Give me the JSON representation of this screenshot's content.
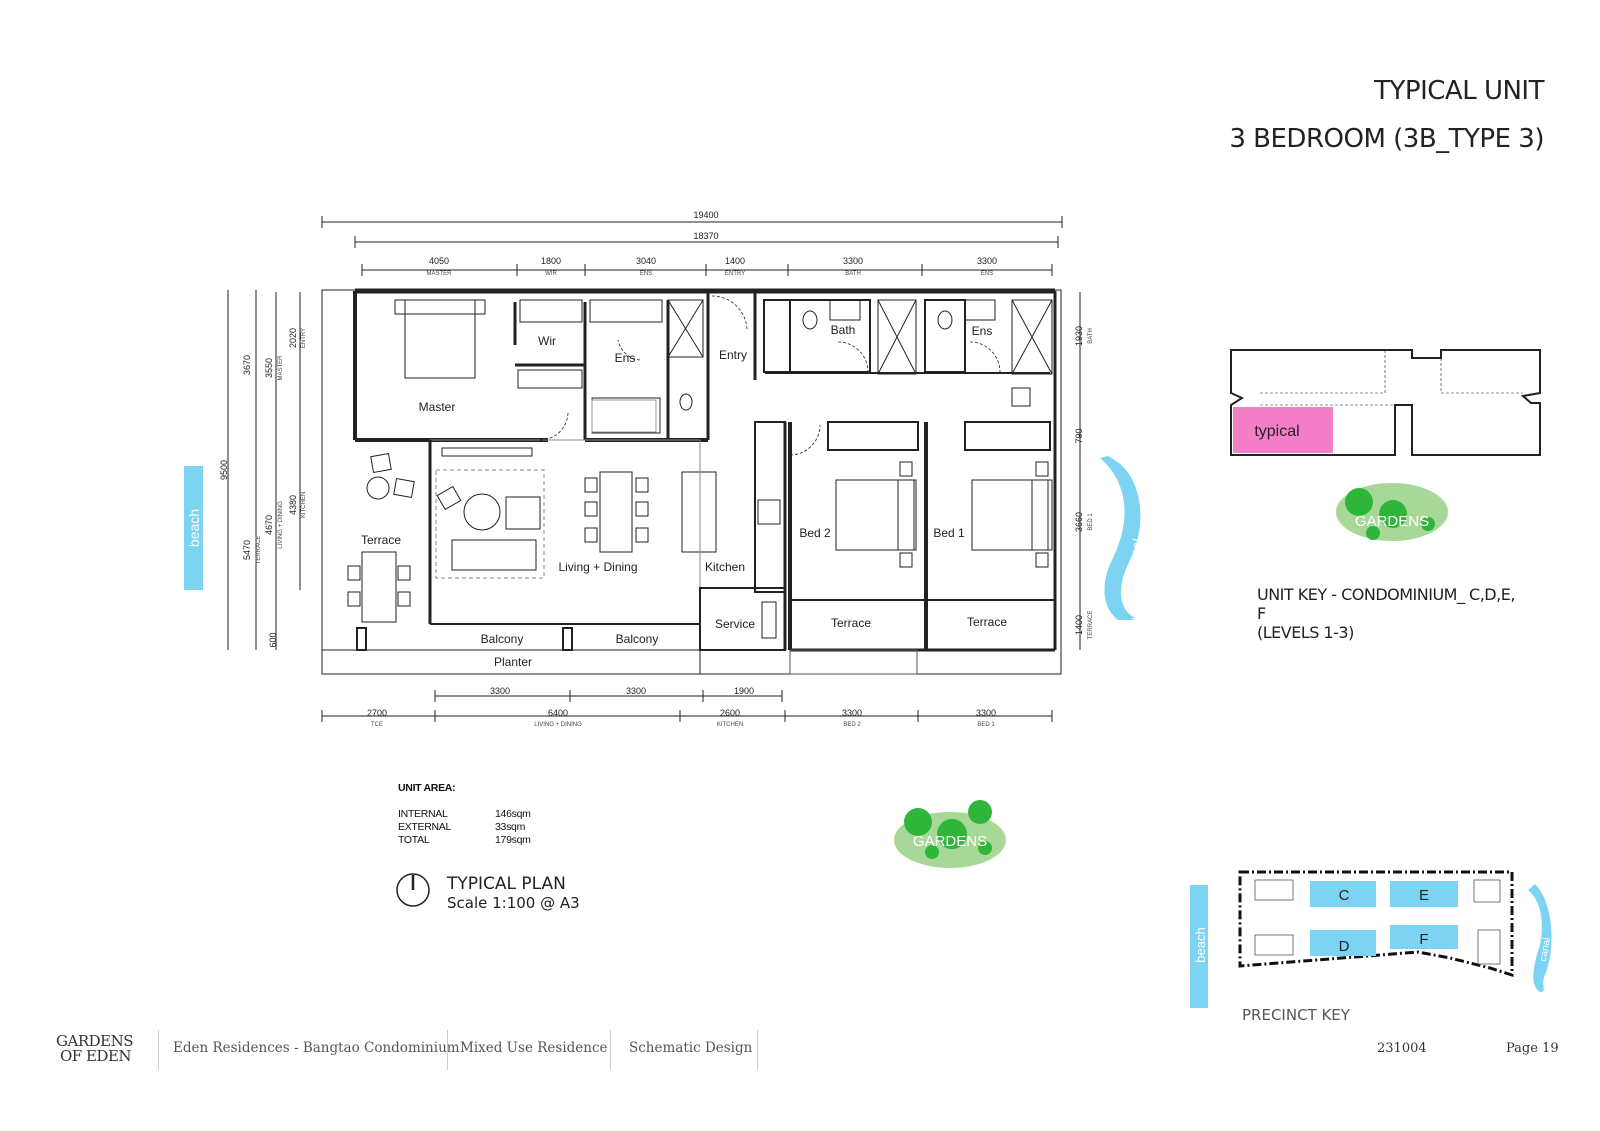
{
  "header": {
    "title": "TYPICAL UNIT",
    "subtitle": "3 BEDROOM (3B_TYPE 3)"
  },
  "plan": {
    "rooms": {
      "master": "Master",
      "wir": "Wir",
      "ens_master": "Ens",
      "entry": "Entry",
      "bath": "Bath",
      "ens_bed1": "Ens",
      "terrace_left": "Terrace",
      "living_dining": "Living + Dining",
      "kitchen": "Kitchen",
      "bed2": "Bed 2",
      "bed1": "Bed 1",
      "balcony_1": "Balcony",
      "balcony_2": "Balcony",
      "planter": "Planter",
      "service": "Service",
      "terrace_bed2": "Terrace",
      "terrace_bed1": "Terrace"
    },
    "top_dims": {
      "overall": "19400",
      "inner": "18370",
      "segments": [
        {
          "value": "4050",
          "label": "MASTER"
        },
        {
          "value": "1800",
          "label": "WIR"
        },
        {
          "value": "3040",
          "label": "ENS"
        },
        {
          "value": "1400",
          "label": "ENTRY"
        },
        {
          "value": "3300",
          "label": "BATH"
        },
        {
          "value": "3300",
          "label": "ENS"
        }
      ]
    },
    "bottom_dims": {
      "upper": [
        "3300",
        "3300",
        "1900"
      ],
      "lower": [
        {
          "value": "2700",
          "label": "TCE"
        },
        {
          "value": "6400",
          "label": "LIVING + DINING"
        },
        {
          "value": "2600",
          "label": "KITCHEN"
        },
        {
          "value": "3300",
          "label": "BED 2"
        },
        {
          "value": "3300",
          "label": "BED 1"
        }
      ]
    },
    "left_dims": {
      "overall": "9500",
      "a": "3670",
      "b": "5470",
      "b_label": "TERRACE",
      "c": "3550",
      "c_label": "MASTER",
      "d": "4670",
      "d_label": "LIVING + DINING",
      "e": "2020",
      "e_label": "ENTRY",
      "f": "4380",
      "f_label": "KITCHEN",
      "g": "600"
    },
    "right_dims": [
      {
        "value": "1930",
        "label": "BATH"
      },
      {
        "value": "790",
        "label": ""
      },
      {
        "value": "3660",
        "label": "BED 1"
      },
      {
        "value": "1400",
        "label": "TERRACE"
      }
    ],
    "beach_label": "beach",
    "canal_label": "canal",
    "gardens_label": "GARDENS"
  },
  "unit_area": {
    "heading": "UNIT AREA:",
    "rows": [
      {
        "label": "INTERNAL",
        "value": "146sqm"
      },
      {
        "label": "EXTERNAL",
        "value": "33sqm"
      },
      {
        "label": "TOTAL",
        "value": "179sqm"
      }
    ]
  },
  "plan_caption": {
    "title": "TYPICAL PLAN",
    "scale": "Scale 1:100 @ A3"
  },
  "unit_key": {
    "typical_label": "typical",
    "gardens_label": "GARDENS",
    "text_line1": "UNIT KEY - CONDOMINIUM_ C,D,E,",
    "text_line2": "F",
    "text_line3": "(LEVELS 1-3)"
  },
  "precinct": {
    "blocks": [
      "C",
      "E",
      "D",
      "F"
    ],
    "beach_label": "beach",
    "canal_label": "canal",
    "title": "PRECINCT KEY"
  },
  "footer": {
    "logo_line1": "GARDENS",
    "logo_line2": "OF EDEN",
    "items": [
      "Eden Residences - Bangtao Condominium",
      "Mixed Use Residence",
      "Schematic Design"
    ],
    "code": "231004",
    "page": "Page 19"
  },
  "colors": {
    "water": "#7dd3f2",
    "typical": "#f47fc8",
    "garden_light": "#a8d898",
    "garden_dark": "#2fb53a"
  }
}
